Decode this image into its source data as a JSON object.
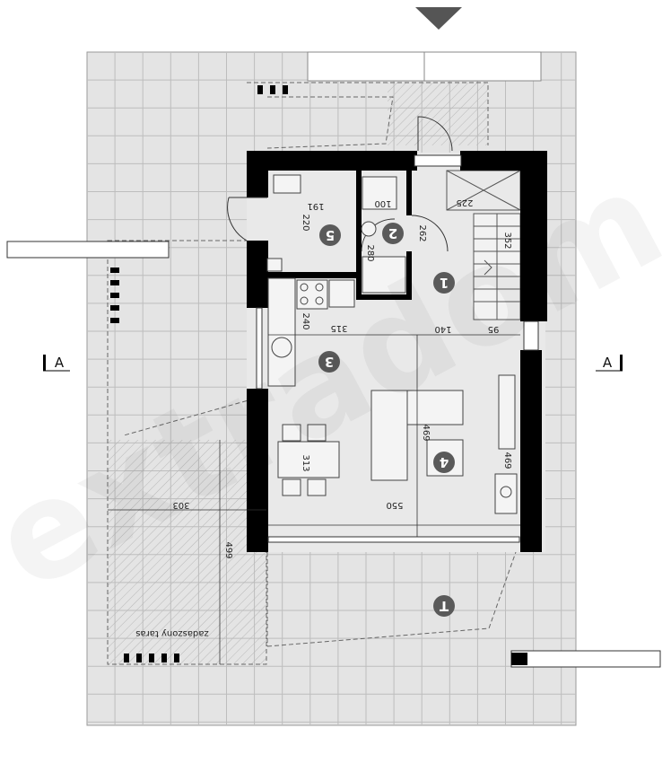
{
  "section_marks": {
    "left": "A",
    "right": "A"
  },
  "rooms": [
    "1",
    "2",
    "3",
    "4",
    "5",
    "T"
  ],
  "dimensions": {
    "d191": "191",
    "d100": "100",
    "d225": "225",
    "d220": "220",
    "d262": "262",
    "d280": "280",
    "d352": "352",
    "d240": "240",
    "d315": "315",
    "d140": "140",
    "d95": "95",
    "d313": "313",
    "d469a": "469",
    "d469b": "469",
    "d550": "550",
    "d303": "303",
    "d499": "499"
  },
  "labels": {
    "terrace": "zadaszony taras"
  },
  "watermark": "extradom",
  "colors": {
    "wall": "#000000",
    "floor": "#e9e9e9",
    "grid": "#bbbbbb",
    "badge": "#5a5a5a"
  }
}
